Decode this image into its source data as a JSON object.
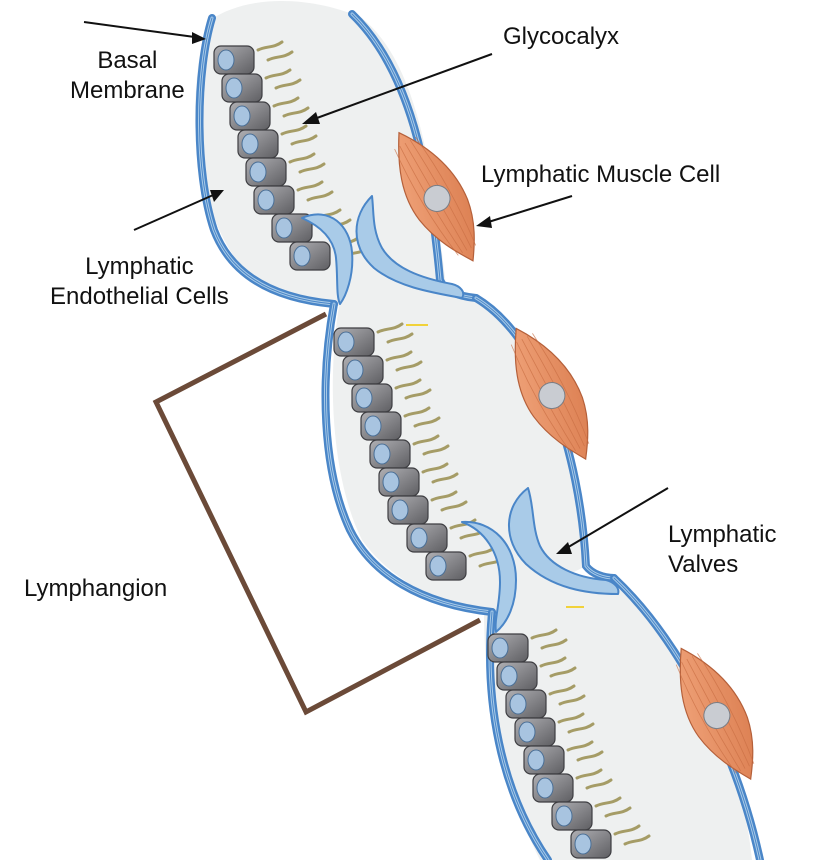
{
  "labels": {
    "basal_membrane": [
      "Basal",
      "Membrane"
    ],
    "glycocalyx": "Glycocalyx",
    "lymphatic_muscle_cell": "Lymphatic Muscle Cell",
    "lymphatic_endothelial_cells": [
      "Lymphatic",
      "Endothelial Cells"
    ],
    "lymphangion": "Lymphangion",
    "lymphatic_valves": [
      "Lymphatic",
      "Valves"
    ]
  },
  "colors": {
    "membrane": "#4a86c8",
    "membrane_light": "#a9cbe8",
    "lumen": "#eef0f0",
    "endothelial_cell": "#86868a",
    "nucleus": "#a8c4e0",
    "glycocalyx": "#a59c66",
    "muscle_cell": "#e8956a",
    "muscle_nucleus": "#c9ccd2",
    "bracket": "#6b4a38",
    "arrow": "#111111"
  }
}
